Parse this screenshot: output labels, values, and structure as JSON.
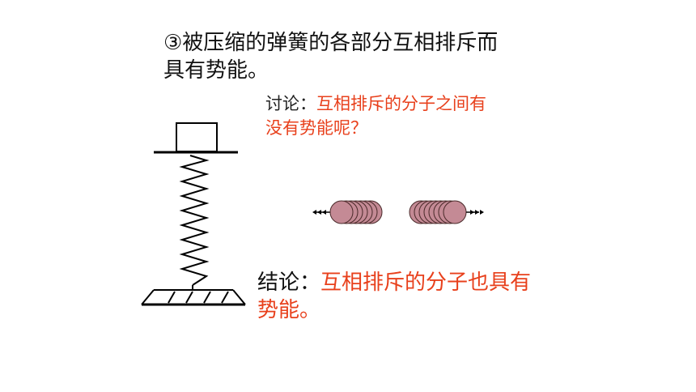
{
  "heading": {
    "line1": "③被压缩的弹簧的各部分互相排斥而",
    "line2": "具有势能。"
  },
  "discussion": {
    "label": "讨论：",
    "line1": "互相排斥的分子之间有",
    "line2": "没有势能呢？"
  },
  "conclusion": {
    "label": "结论：",
    "line1": "互相排斥的分子也具有",
    "line2": "势能。"
  },
  "colors": {
    "highlight": "#e8401c",
    "molecule_fill": "#c48a95",
    "molecule_stroke": "#4a2a2a"
  },
  "figures": {
    "spring": {
      "icon": "compressed-spring-icon"
    },
    "molecules": {
      "icon": "repelling-molecules-icon",
      "groups": 2
    }
  }
}
